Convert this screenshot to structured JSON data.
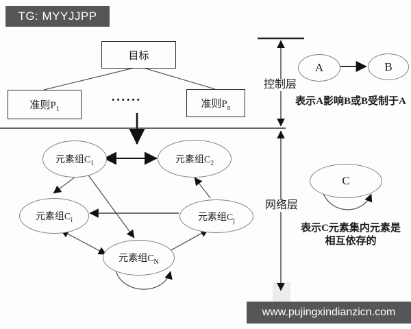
{
  "watermarks": {
    "top": "TG: MYYJJPP",
    "bottom": "www.pujingxindianzicn.com"
  },
  "control_layer": {
    "label": "控制层",
    "goal": "目标",
    "dots": "······",
    "criteria": [
      {
        "base": "准则P",
        "sub": "1"
      },
      {
        "base": "准则P",
        "sub": "n"
      }
    ]
  },
  "network_layer": {
    "label": "网络层",
    "groups": [
      {
        "base": "元素组C",
        "sub": "1"
      },
      {
        "base": "元素组C",
        "sub": "2"
      },
      {
        "base": "元素组C",
        "sub": "i"
      },
      {
        "base": "元素组C",
        "sub": "j"
      },
      {
        "base": "元素组C",
        "sub": "N"
      }
    ]
  },
  "legend": {
    "node_a": "A",
    "node_b": "B",
    "node_c": "C",
    "caption_ab": "表示A影响B或B受制于A",
    "caption_c_line1": "表示C元素集内元素是",
    "caption_c_line2": "相互依存的"
  },
  "colors": {
    "banner_bg": "#565658",
    "line": "#555555",
    "arrow": "#111111",
    "ellipse_border": "#818181"
  }
}
